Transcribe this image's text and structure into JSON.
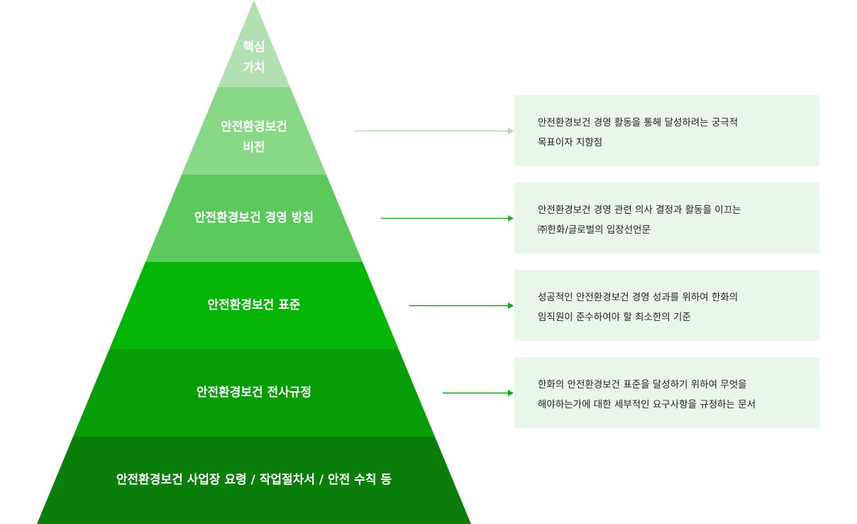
{
  "pyramid": {
    "tiers": [
      {
        "lines": [
          "핵심",
          "가치"
        ],
        "color": "#b3e0b3"
      },
      {
        "lines": [
          "안전환경보건",
          "비전"
        ],
        "color": "#88d888"
      },
      {
        "lines": [
          "안전환경보건 경영 방침"
        ],
        "color": "#5cc95c"
      },
      {
        "lines": [
          "안전환경보건 표준"
        ],
        "color": "#05b505"
      },
      {
        "lines": [
          "안전환경보건 전사규정"
        ],
        "color": "#069d06"
      },
      {
        "lines": [
          "안전환경보건 사업장 요령 / 작업절차서 / 안전 수칙 등"
        ],
        "color": "#0b7d0b"
      }
    ]
  },
  "descriptions": [
    {
      "lines": [
        "안전환경보건 경영 활동을 통해 달성하려는 궁극적",
        "목표이자 지향점"
      ],
      "arrow_color": "#a9dca9"
    },
    {
      "lines": [
        "안전환경보건 경영 관련 의사 결정과 활동을 이끄는",
        "㈜한화/글로벌의 입장선언문"
      ],
      "arrow_color": "#22b022"
    },
    {
      "lines": [
        "성공적인 안전환경보건 경영 성과를 위하여 한화의",
        "임직원이 준수하여야 할 최소한의 기준"
      ],
      "arrow_color": "#0aa80a"
    },
    {
      "lines": [
        "한화의 안전환경보건 표준을 달성하기 위하여 무엇을",
        "해야하는가에 대한 세부적인 요구사항을 규정하는 문서"
      ],
      "arrow_color": "#0aa80a"
    }
  ],
  "colors": {
    "box_background": "#e9f6ea",
    "label_text": "#ffffff",
    "description_text": "#222222"
  }
}
